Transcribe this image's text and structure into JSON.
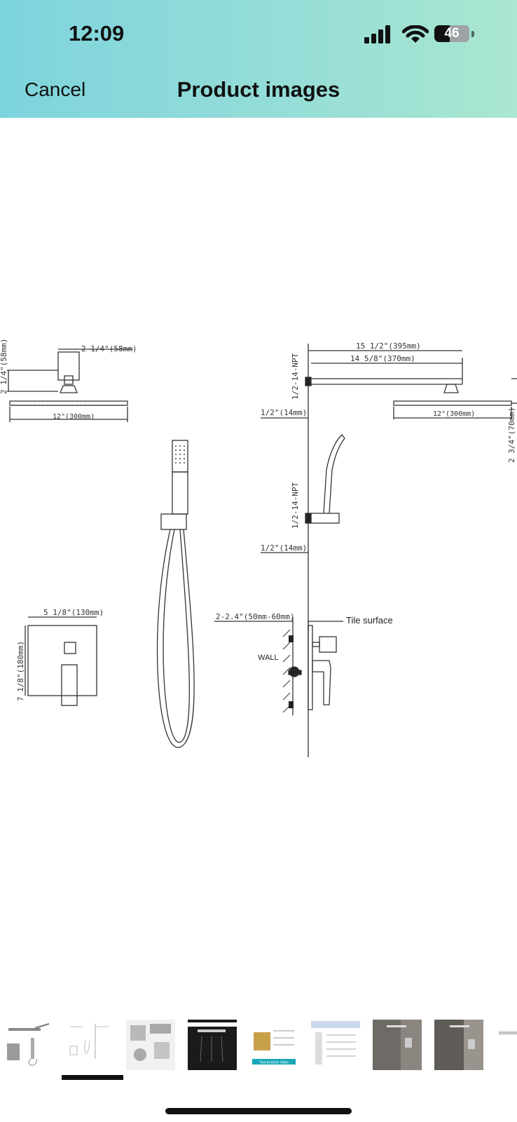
{
  "status_bar": {
    "time": "12:09",
    "battery": "46"
  },
  "nav": {
    "cancel_label": "Cancel",
    "title": "Product images"
  },
  "drawing": {
    "labels": {
      "head_left_width": "2 1/4\"(58mm)",
      "head_left_height": "2 1/4\"(58mm)",
      "head_left_dia": "12\"(300mm)",
      "arm_total": "15 1/2\"(395mm)",
      "arm_inner": "14 5/8\"(370mm)",
      "npt_top": "1/2-14-NPT",
      "offset_top": "1/2\"(14mm)",
      "head_right_dia": "12\"(300mm)",
      "head_drop": "2 3/4\"(70mm)",
      "npt_mid": "1/2-14-NPT",
      "offset_mid": "1/2\"(14mm)",
      "plate_width": "5 1/8\"(130mm)",
      "plate_height": "7 1/8\"(180mm)",
      "wall_depth": "2-2.4\"(50mm-60mm)",
      "tile_surface": "Tile surface",
      "wall": "WALL"
    }
  },
  "thumbnails": {
    "count": 9,
    "selected_index": 1,
    "items": [
      {
        "icon": "shower-set-thumb"
      },
      {
        "icon": "technical-drawing-thumb"
      },
      {
        "icon": "parts-photo-thumb"
      },
      {
        "icon": "rain-head-dark-thumb"
      },
      {
        "icon": "valve-infographic-thumb"
      },
      {
        "icon": "product-list-thumb"
      },
      {
        "icon": "bathroom-photo-thumb"
      },
      {
        "icon": "bathroom-photo-2-thumb"
      },
      {
        "icon": "partial-thumb"
      }
    ],
    "texts": {
      "valve_banner": "Two-function Valve"
    }
  }
}
